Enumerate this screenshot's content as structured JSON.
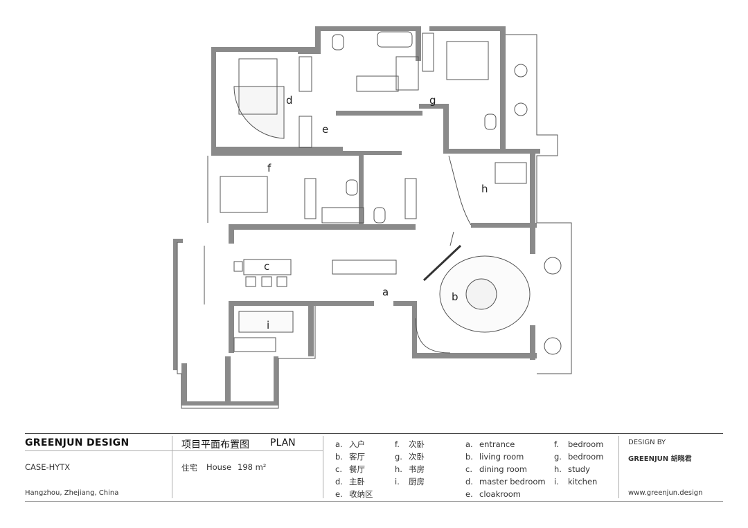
{
  "rooms": [
    {
      "id": "a",
      "label": "a"
    },
    {
      "id": "b",
      "label": "b"
    },
    {
      "id": "c",
      "label": "c"
    },
    {
      "id": "d",
      "label": "d"
    },
    {
      "id": "e",
      "label": "e"
    },
    {
      "id": "f",
      "label": "f"
    },
    {
      "id": "g",
      "label": "g"
    },
    {
      "id": "h",
      "label": "h"
    },
    {
      "id": "i",
      "label": "i"
    }
  ],
  "title_block": {
    "company": "GREENJUN DESIGN",
    "case": "CASE-HYTX",
    "location": "Hangzhou, Zhejiang, China",
    "plan_title_cn": "项目平面布置图",
    "plan_title_en": "PLAN",
    "type_cn": "住宅",
    "type_en": "House",
    "area": "198 m²",
    "legend_cn_1": [
      {
        "key": "a.",
        "label": "入户"
      },
      {
        "key": "b.",
        "label": "客厅"
      },
      {
        "key": "c.",
        "label": "餐厅"
      },
      {
        "key": "d.",
        "label": "主卧"
      },
      {
        "key": "e.",
        "label": "收纳区"
      }
    ],
    "legend_cn_2": [
      {
        "key": "f.",
        "label": "次卧"
      },
      {
        "key": "g.",
        "label": "次卧"
      },
      {
        "key": "h.",
        "label": "书房"
      },
      {
        "key": "i.",
        "label": "厨房"
      }
    ],
    "legend_en_1": [
      {
        "key": "a.",
        "label": "entrance"
      },
      {
        "key": "b.",
        "label": "living room"
      },
      {
        "key": "c.",
        "label": "dining room"
      },
      {
        "key": "d.",
        "label": "master bedroom"
      },
      {
        "key": "e.",
        "label": "cloakroom"
      }
    ],
    "legend_en_2": [
      {
        "key": "f.",
        "label": "bedroom"
      },
      {
        "key": "g.",
        "label": "bedroom"
      },
      {
        "key": "h.",
        "label": "study"
      },
      {
        "key": "i.",
        "label": "kitchen"
      }
    ],
    "design_by_label": "DESIGN BY",
    "designer": "GREENJUN 胡晓君",
    "website": "www.greenjun.design"
  },
  "colors": {
    "wall": "#8a8a8a",
    "line": "#555555",
    "fill": "#f0f0f0"
  }
}
